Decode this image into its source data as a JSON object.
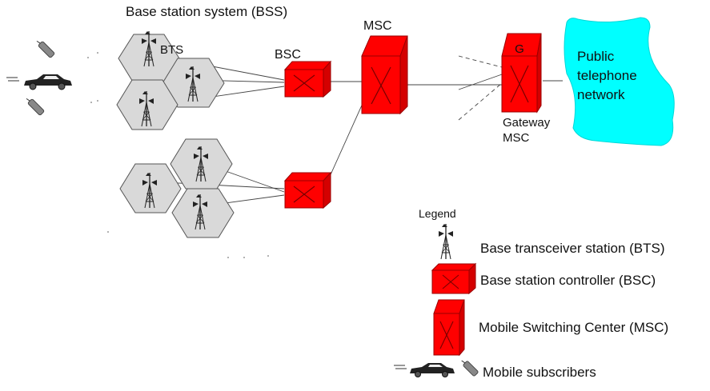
{
  "labels": {
    "bss": "Base station system (BSS)",
    "bts": "BTS",
    "bsc": "BSC",
    "msc": "MSC",
    "gateway_letter": "G",
    "gateway_line1": "Gateway",
    "gateway_line2": "MSC",
    "public_line1": "Public",
    "public_line2": "telephone",
    "public_line3": "network"
  },
  "legend": {
    "title": "Legend",
    "bts": "Base transceiver station (BTS)",
    "bsc": "Base station controller (BSC)",
    "msc": "Mobile Switching Center (MSC)",
    "subscribers": "Mobile subscribers"
  },
  "colors": {
    "equipment_red": "#ff0000",
    "cell_fill": "#d9d9d9",
    "cloud_cyan": "#00ffff"
  },
  "icons": [
    "tower-icon",
    "car-icon",
    "phone-icon"
  ]
}
